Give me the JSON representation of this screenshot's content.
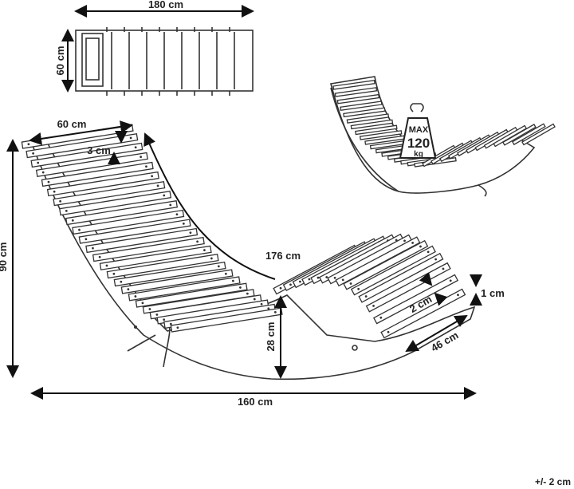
{
  "dimensions": {
    "top_length": "180 cm",
    "top_width": "60 cm",
    "slat_width": "60 cm",
    "slat_thickness": "3 cm",
    "height": "90 cm",
    "curve_length": "176 cm",
    "base_height": "28 cm",
    "foot_width": "46 cm",
    "slat_gap_2": "2 cm",
    "slat_gap_1": "1 cm",
    "base_length": "160 cm"
  },
  "load": {
    "max_label": "MAX",
    "value": "120",
    "unit": "kg"
  },
  "tolerance": "+/- 2 cm"
}
